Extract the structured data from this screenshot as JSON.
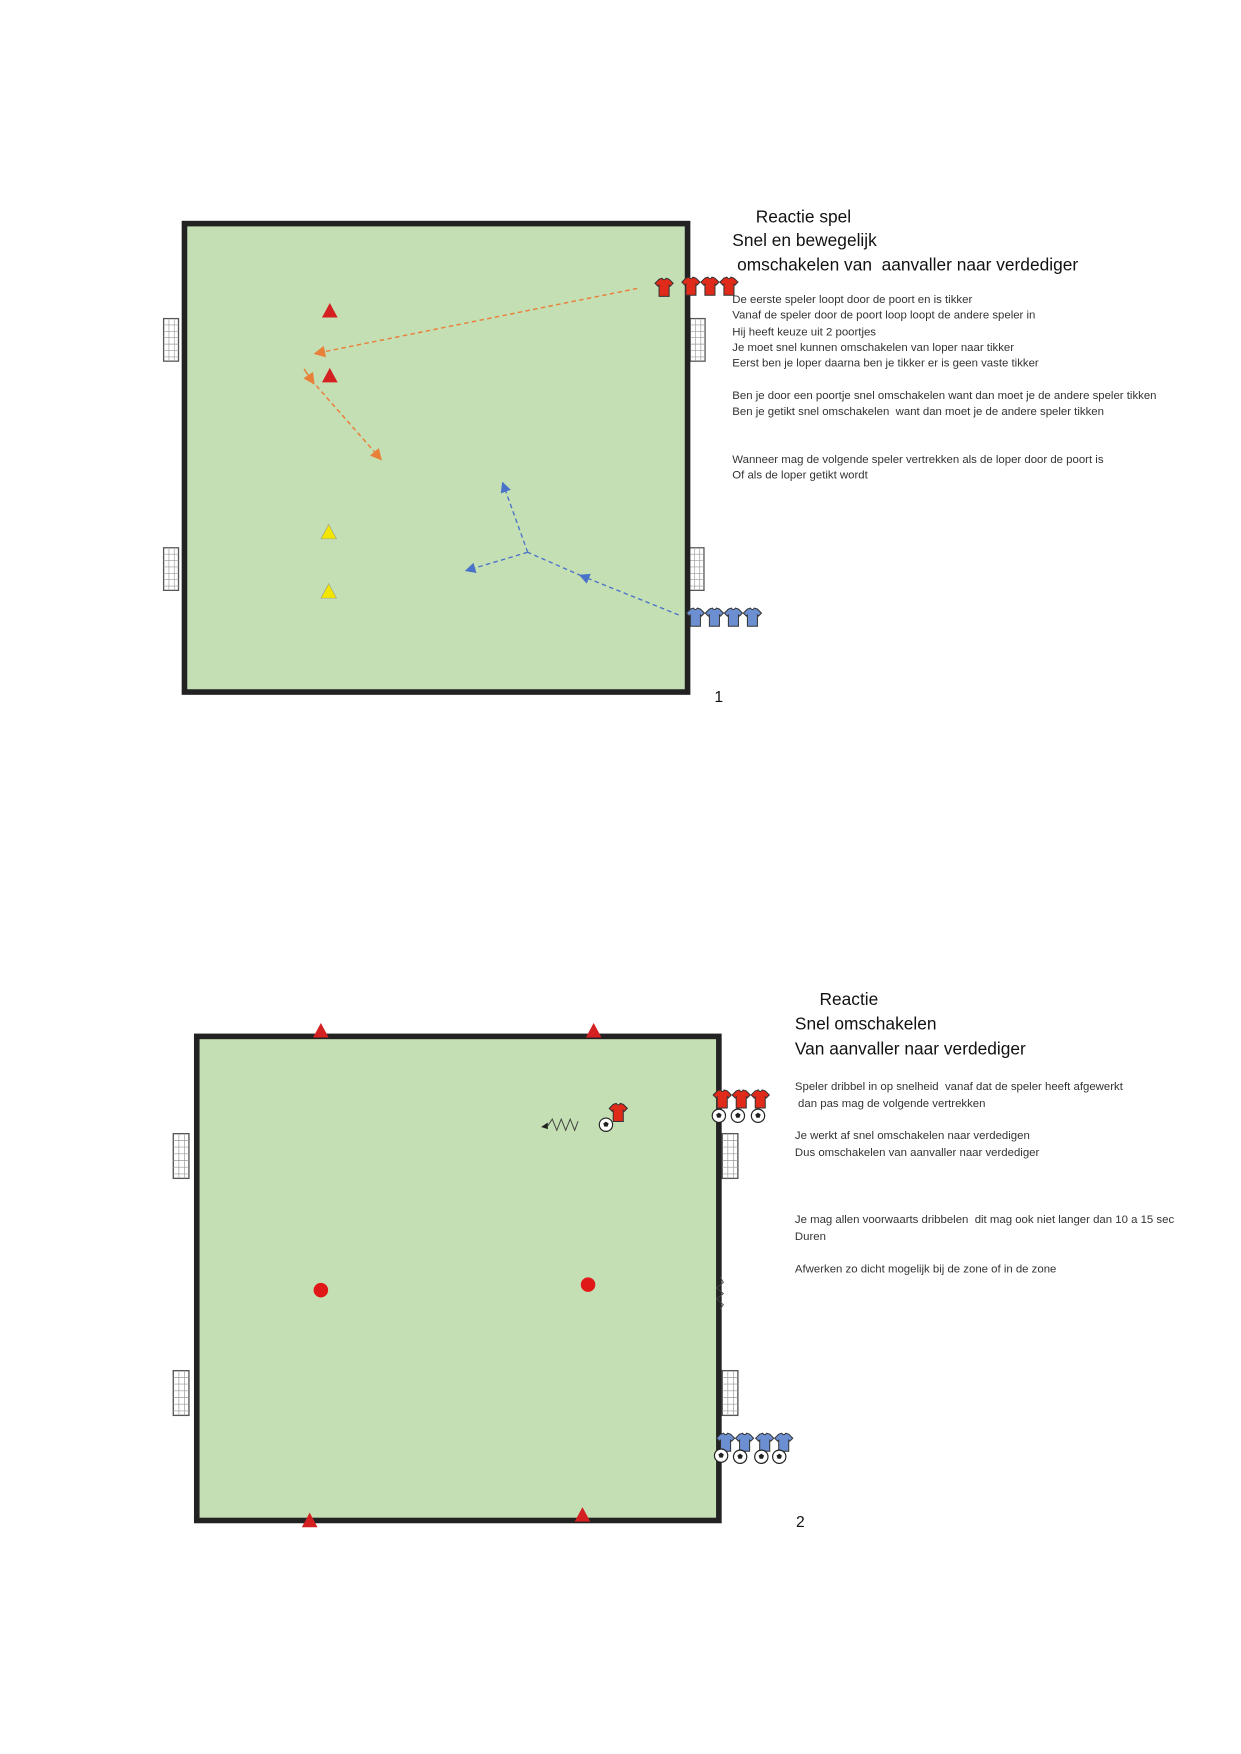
{
  "colors": {
    "field": "#c5dfb4",
    "border": "#222222",
    "orange": "#e8803a",
    "blue": "#4a72c8",
    "cone_red": "#d42020",
    "cone_yellow": "#f2e600"
  },
  "drill1": {
    "titles": [
      "Reactie spel",
      "Snel en bewegelijk",
      " omschakelen van  aanvaller naar verdediger"
    ],
    "lines": [
      "De eerste speler loopt door de poort en is tikker",
      "Vanaf de speler door de poort loop loopt de andere speler in",
      "Hij heeft keuze uit 2 poortjes",
      "Je moet snel kunnen omschakelen van loper naar tikker",
      "Eerst ben je loper daarna ben je tikker er is geen vaste tikker",
      "Ben je door een poortje snel omschakelen want dan moet je de andere speler tikken",
      "Ben je getikt snel omschakelen  want dan moet je de andere speler tikken",
      "Wanneer mag de volgende speler vertrekken als de loper door de poort is",
      "Of als de loper getikt wordt"
    ],
    "number": "1"
  },
  "drill2": {
    "titles": [
      "Reactie",
      "Snel omschakelen",
      "Van aanvaller naar verdediger"
    ],
    "lines": [
      "Speler dribbel in op snelheid  vanaf dat de speler heeft afgewerkt",
      " dan pas mag de volgende vertrekken",
      "Je werkt af snel omschakelen naar verdedigen",
      "Dus omschakelen van aanvaller naar verdediger",
      "Je mag allen voorwaarts dribbelen  dit mag ook niet langer dan 10 a 15 sec",
      "Duren",
      "Afwerken zo dicht mogelijk bij de zone of in de zone"
    ],
    "number": "2"
  }
}
